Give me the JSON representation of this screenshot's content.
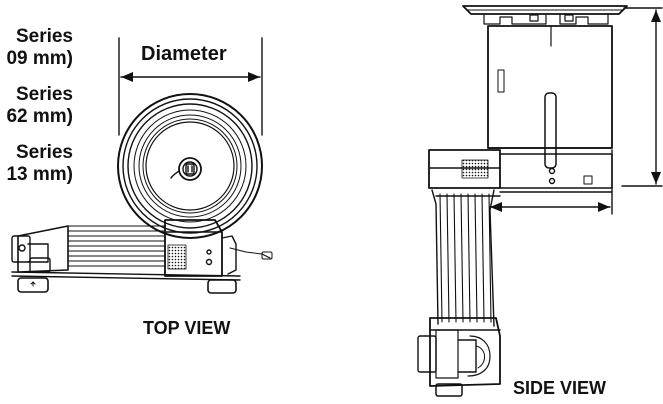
{
  "series_labels": [
    {
      "name": "Series",
      "size": "09 mm)"
    },
    {
      "name": "Series",
      "size": "62 mm)"
    },
    {
      "name": "Series",
      "size": "13 mm)"
    }
  ],
  "dimension_label": "Diameter",
  "top_view_label": "TOP VIEW",
  "side_view_label": "SIDE VIEW",
  "colors": {
    "line": "#111111",
    "background": "#ffffff"
  }
}
